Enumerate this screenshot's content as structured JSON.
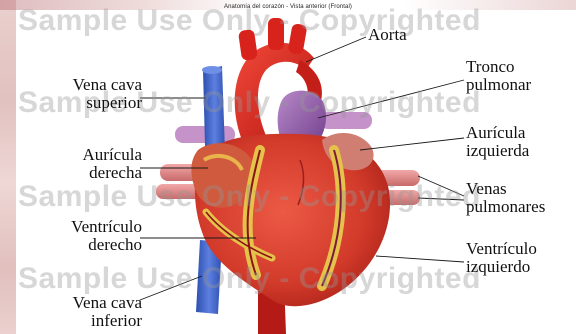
{
  "title": "Anatomía del corazón - Vista anterior (Frontal)",
  "watermark": "Sample Use Only - Copyrighted",
  "labels": {
    "aorta": [
      "Aorta"
    ],
    "tronco_pulmonar": [
      "Tronco",
      "pulmonar"
    ],
    "auricula_izquierda": [
      "Aurícula",
      "izquierda"
    ],
    "venas_pulmonares": [
      "Venas",
      "pulmonares"
    ],
    "ventriculo_izquierdo": [
      "Ventrículo",
      "izquierdo"
    ],
    "vena_cava_superior": [
      "Vena cava",
      "superior"
    ],
    "auricula_derecha": [
      "Aurícula",
      "derecha"
    ],
    "ventriculo_derecho": [
      "Ventrículo",
      "derecho"
    ],
    "vena_cava_inferior": [
      "Vena cava",
      "inferior"
    ]
  },
  "colors": {
    "muscle": "#d23a2a",
    "muscle_dark": "#a81f18",
    "aorta": "#e0231f",
    "vena_cava": "#3f63c8",
    "pulmonary_trunk": "#8f5aa8",
    "fat": "#e6c24a",
    "vessel_pink": "#e08a8a"
  }
}
